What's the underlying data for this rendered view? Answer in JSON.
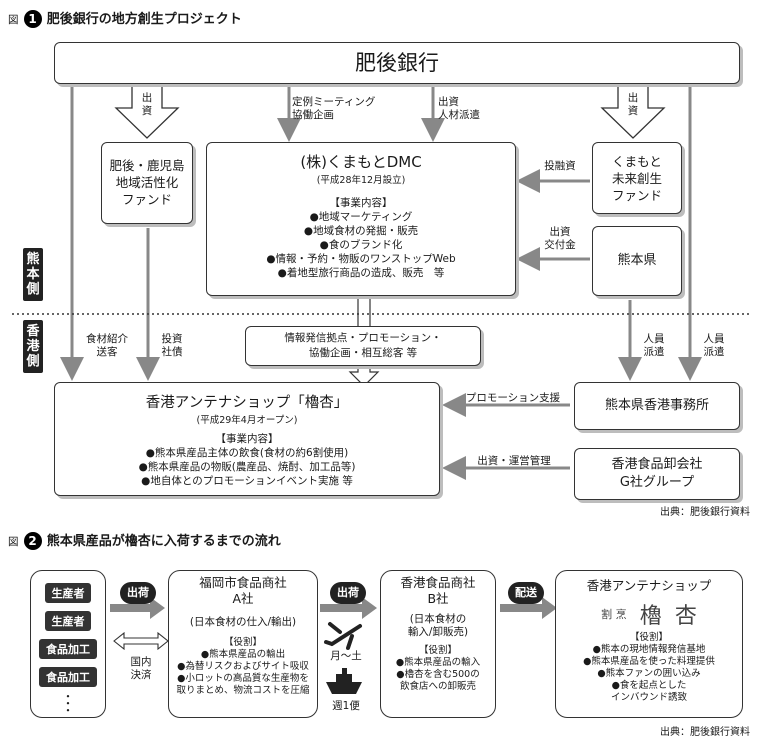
{
  "fig1": {
    "prefix": "図",
    "number": "1",
    "title": "肥後銀行の地方創生プロジェクト",
    "bank": "肥後銀行",
    "fund_left": [
      "肥後・鹿児島",
      "地域活性化",
      "ファンド"
    ],
    "fund_right": [
      "くまもと",
      "未来創生",
      "ファンド"
    ],
    "pref": "熊本県",
    "dmc": {
      "name": "(株)くまもとDMC",
      "est": "(平成28年12月設立)",
      "biz_title": "【事業内容】",
      "items": [
        "●地域マーケティング",
        "●地域食材の発掘・販売",
        "●食のブランド化",
        "●情報・予約・物販のワンストップWeb",
        "●着地型旅行商品の造成、販売　等"
      ]
    },
    "shop": {
      "name": "香港アンテナショップ「櫓杏」",
      "open": "(平成29年4月オープン)",
      "biz_title": "【事業内容】",
      "items": [
        "●熊本県産品主体の飲食(食材の約6割使用)",
        "●熊本県産品の物販(農産品、焼酎、加工品等)",
        "●地自体とのプロモーションイベント実施 等"
      ]
    },
    "hk_office": "熊本県香港事務所",
    "wholesaler": [
      "香港食品卸会社",
      "G社グループ"
    ],
    "info_box": [
      "情報発信拠点・プロモーション・",
      "協働企画・相互総客 等"
    ],
    "side_top": "熊本側",
    "side_bottom": "香港側",
    "labels": {
      "invest1": [
        "出",
        "資"
      ],
      "invest2": [
        "出",
        "資"
      ],
      "meeting": [
        "定例ミーティング",
        "協働企画"
      ],
      "staff": [
        "出資",
        "人材派遣"
      ],
      "finance": "投融資",
      "grant": [
        "出資",
        "交付金"
      ],
      "food_intro": [
        "食材紹介",
        "送客"
      ],
      "bond": [
        "投資",
        "社債"
      ],
      "dispatch1": [
        "人員",
        "派遣"
      ],
      "dispatch2": [
        "人員",
        "派遣"
      ],
      "promo": "プロモーション支援",
      "ops": "出資・運営管理"
    },
    "source": "出典：肥後銀行資料"
  },
  "fig2": {
    "prefix": "図",
    "number": "2",
    "title": "熊本県産品が櫓杏に入荷するまでの流れ",
    "suppliers": [
      "生産者",
      "生産者",
      "食品加工",
      "食品加工",
      "・",
      "・",
      "・"
    ],
    "ship": "出荷",
    "export": "出荷",
    "deliver": "配送",
    "domestic": [
      "国内",
      "決済"
    ],
    "fukuoka": {
      "name": [
        "福岡市食品商社",
        "A社"
      ],
      "desc": "(日本食材の仕入/輸出)",
      "role": "【役割】",
      "items": [
        "●熊本県産品の輸出",
        "●為替リスクおよびサイト吸収",
        "●小ロットの高品質な生産物を",
        "取りまとめ、物流コストを圧縮"
      ]
    },
    "air": "月〜土",
    "sea": "週1便",
    "hkco": {
      "name": [
        "香港食品商社",
        "B社"
      ],
      "desc": [
        "(日本食材の",
        "輸入/卸販売)"
      ],
      "role": "【役割】",
      "items": [
        "●熊本県産品の輸入",
        "●櫓杏を含む500の",
        "飲食店への卸販売"
      ]
    },
    "antenna": {
      "name": "香港アンテナショップ",
      "logo_a": "割 烹",
      "logo_b": "櫓",
      "logo_c": "杏",
      "role": "【役割】",
      "items": [
        "●熊本の現地情報発信基地",
        "●熊本県産品を使った料理提供",
        "●熊本ファンの囲い込み",
        "●食を起点とした",
        "インバウンド誘致"
      ]
    },
    "source": "出典：肥後銀行資料"
  }
}
